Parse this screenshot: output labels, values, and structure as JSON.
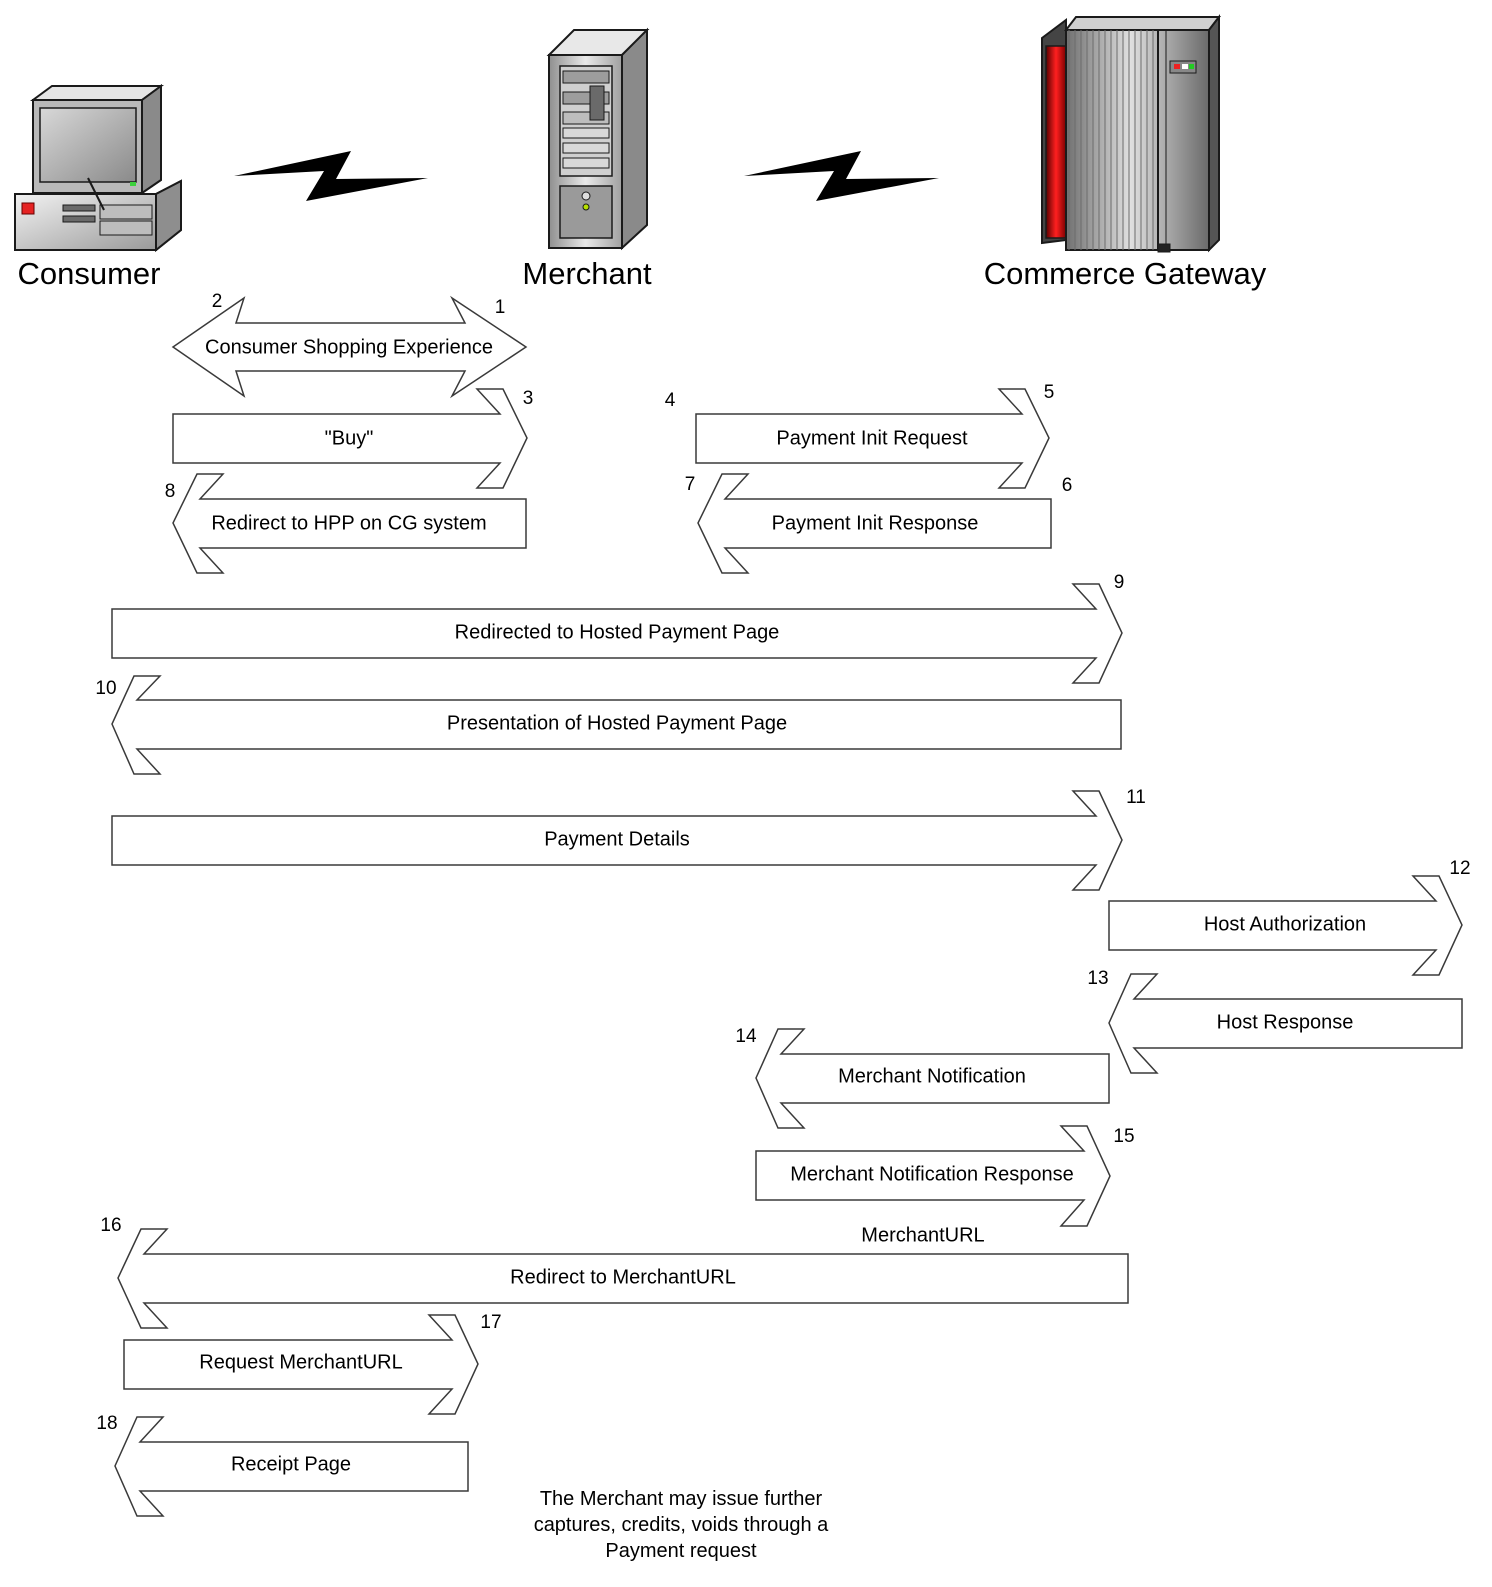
{
  "actors": {
    "consumer": "Consumer",
    "merchant": "Merchant",
    "gateway": "Commerce Gateway"
  },
  "steps": [
    {
      "id": "shopping",
      "label": "Consumer Shopping Experience",
      "numbers": [
        "2",
        "1"
      ]
    },
    {
      "id": "buy",
      "label": "\"Buy\"",
      "numbers": [
        "3"
      ]
    },
    {
      "id": "payment-init-request",
      "label": "Payment Init Request",
      "numbers": [
        "4",
        "5"
      ]
    },
    {
      "id": "payment-init-response",
      "label": "Payment Init Response",
      "numbers": [
        "7",
        "6"
      ]
    },
    {
      "id": "redirect-hpp",
      "label": "Redirect to HPP on CG system",
      "numbers": [
        "8"
      ]
    },
    {
      "id": "redirected-hpp",
      "label": "Redirected to Hosted Payment Page",
      "numbers": [
        "9"
      ]
    },
    {
      "id": "presentation-hpp",
      "label": "Presentation of Hosted Payment Page",
      "numbers": [
        "10"
      ]
    },
    {
      "id": "payment-details",
      "label": "Payment Details",
      "numbers": [
        "11"
      ]
    },
    {
      "id": "host-authorization",
      "label": "Host Authorization",
      "numbers": [
        "12"
      ]
    },
    {
      "id": "host-response",
      "label": "Host Response",
      "numbers": [
        "13"
      ]
    },
    {
      "id": "merchant-notification",
      "label": "Merchant Notification",
      "numbers": [
        "14"
      ]
    },
    {
      "id": "merchant-notification-response",
      "label": "Merchant Notification Response",
      "numbers": [
        "15"
      ]
    },
    {
      "id": "redirect-merchanturl",
      "label": "Redirect to MerchantURL",
      "numbers": [
        "16"
      ]
    },
    {
      "id": "request-merchanturl",
      "label": "Request MerchantURL",
      "numbers": [
        "17"
      ]
    },
    {
      "id": "receipt-page",
      "label": "Receipt Page",
      "numbers": [
        "18"
      ]
    }
  ],
  "merchant_url_label": "MerchantURL",
  "note": "The Merchant may issue further captures, credits, voids through a  Payment request"
}
